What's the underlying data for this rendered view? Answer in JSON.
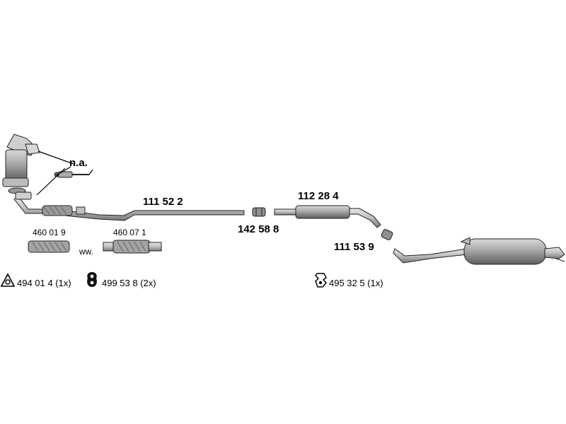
{
  "labels": {
    "na": "n.a.",
    "front_pipe": "111 52 2",
    "clamp": "142 58 8",
    "middle_silencer": "112 28 4",
    "tail_pipe": "111 53 9",
    "repair_pipe_a": "460 01 9",
    "repair_pipe_b": "460 07 1",
    "ww": "ww."
  },
  "accessories": [
    {
      "icon": "triangle-ring-icon",
      "text": "494 01 4 (1x)"
    },
    {
      "icon": "rubber-hanger-icon",
      "text": "499 53 8 (2x)"
    },
    {
      "icon": "bracket-icon",
      "text": "495 32 5 (1x)"
    }
  ]
}
